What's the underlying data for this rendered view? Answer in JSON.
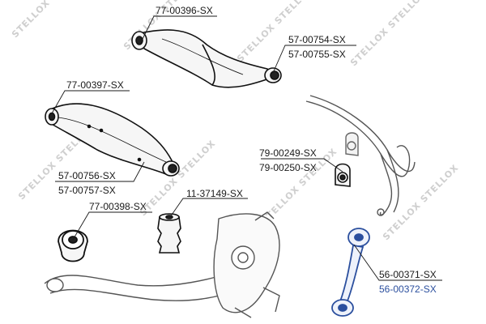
{
  "watermark": {
    "brand": "STELLOX",
    "color": "#cfcfcf"
  },
  "parts": [
    {
      "label": "77-00396-SX",
      "color": "#1a1a1a"
    },
    {
      "label": "57-00754-SX",
      "color": "#1a1a1a"
    },
    {
      "label": "57-00755-SX",
      "color": "#1a1a1a"
    },
    {
      "label": "77-00397-SX",
      "color": "#1a1a1a"
    },
    {
      "label": "79-00249-SX",
      "color": "#1a1a1a"
    },
    {
      "label": "79-00250-SX",
      "color": "#1a1a1a"
    },
    {
      "label": "57-00756-SX",
      "color": "#1a1a1a"
    },
    {
      "label": "57-00757-SX",
      "color": "#1a1a1a"
    },
    {
      "label": "77-00398-SX",
      "color": "#1a1a1a"
    },
    {
      "label": "11-37149-SX",
      "color": "#1a1a1a"
    },
    {
      "label": "56-00371-SX",
      "color": "#1a1a1a"
    },
    {
      "label": "56-00372-SX",
      "color": "#2b4f9e"
    }
  ],
  "highlight_color": "#2b4f9e"
}
